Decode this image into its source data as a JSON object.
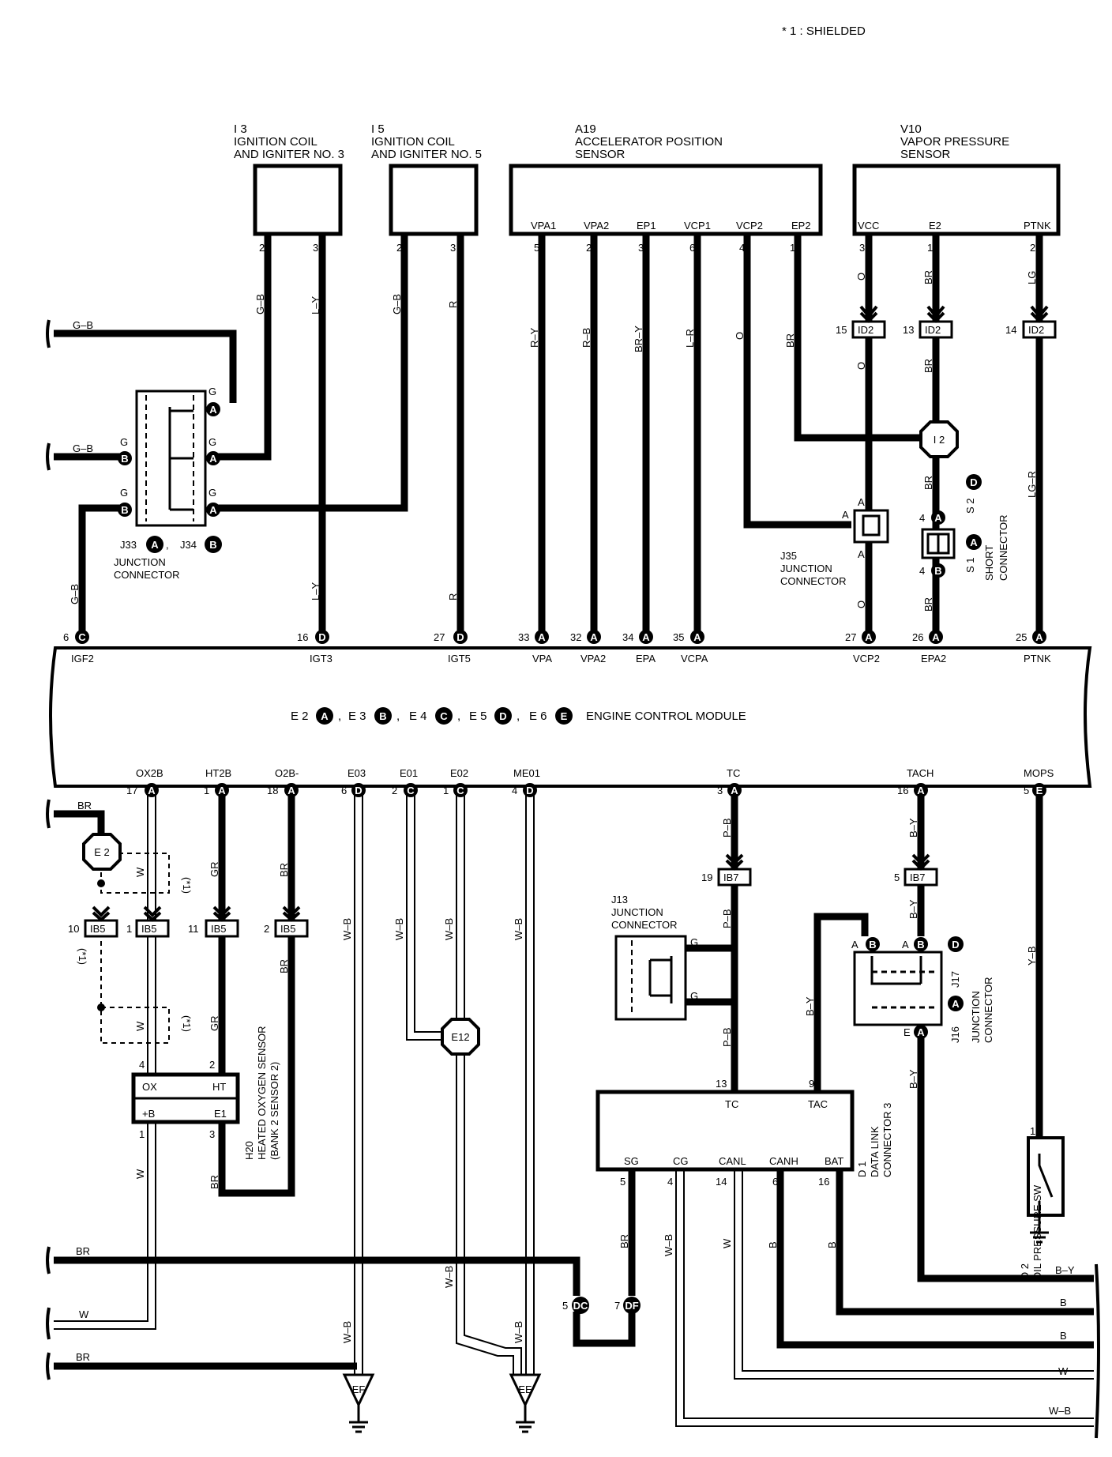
{
  "notes": {
    "shielded": "* 1 : SHIELDED"
  },
  "colors": {
    "ink": "#000000",
    "paper": "#ffffff"
  },
  "components": {
    "i3": {
      "code": "I 3",
      "name1": "IGNITION COIL",
      "name2": "AND IGNITER NO. 3",
      "pins": [
        "2",
        "3"
      ]
    },
    "i5": {
      "code": "I 5",
      "name1": "IGNITION COIL",
      "name2": "AND IGNITER NO. 5",
      "pins": [
        "2",
        "3"
      ]
    },
    "a19": {
      "code": "A19",
      "name1": "ACCELERATOR POSITION",
      "name2": "SENSOR",
      "terminals": [
        "VPA1",
        "VPA2",
        "EP1",
        "VCP1",
        "VCP2",
        "EP2"
      ],
      "pins": [
        "5",
        "2",
        "3",
        "6",
        "4",
        "1"
      ]
    },
    "v10": {
      "code": "V10",
      "name1": "VAPOR PRESSURE",
      "name2": "SENSOR",
      "terminals": [
        "VCC",
        "E2",
        "PTNK"
      ],
      "pins": [
        "3",
        "1",
        "2"
      ]
    },
    "junction_j33": {
      "a": "J33",
      "b": "J34",
      "name1": "JUNCTION",
      "name2": "CONNECTOR"
    },
    "j35": {
      "code": "J35",
      "name1": "JUNCTION",
      "name2": "CONNECTOR"
    },
    "s1": {
      "code": "S 1",
      "code2": "S 2",
      "name1": "SHORT",
      "name2": "CONNECTOR"
    },
    "i2": {
      "label": "I 2"
    },
    "e2": {
      "label": "E 2"
    },
    "e12": {
      "label": "E12"
    },
    "j13": {
      "code": "J13",
      "name1": "JUNCTION",
      "name2": "CONNECTOR"
    },
    "j16": {
      "code": "J16",
      "code2": "J17",
      "name1": "JUNCTION",
      "name2": "CONNECTOR"
    },
    "h20": {
      "code": "H20",
      "name1": "HEATED OXYGEN SENSOR",
      "name2": "(BANK 2 SENSOR 2)",
      "terminals": [
        "OX",
        "HT",
        "+B",
        "E1"
      ],
      "pins": [
        "4",
        "2",
        "1",
        "3"
      ]
    },
    "d1": {
      "code": "D 1",
      "name1": "DATA LINK",
      "name2": "CONNECTOR 3",
      "terminals": [
        "TC",
        "TAC",
        "SG",
        "CG",
        "CANL",
        "CANH",
        "BAT"
      ],
      "pins": [
        "13",
        "9",
        "5",
        "4",
        "14",
        "6",
        "16"
      ]
    },
    "o2": {
      "code": "O 2",
      "name1": "OIL PRESSURE SW",
      "pin": "1"
    }
  },
  "ecm": {
    "title": "ENGINE CONTROL MODULE",
    "connectors": [
      "E 2",
      "E 3",
      "E 4",
      "E 5",
      "E 6"
    ],
    "letters": [
      "A",
      "B",
      "C",
      "D",
      "E"
    ],
    "top_pins": [
      {
        "num": "6",
        "letter": "C",
        "name": "IGF2"
      },
      {
        "num": "16",
        "letter": "D",
        "name": "IGT3"
      },
      {
        "num": "27",
        "letter": "D",
        "name": "IGT5"
      },
      {
        "num": "33",
        "letter": "A",
        "name": "VPA"
      },
      {
        "num": "32",
        "letter": "A",
        "name": "VPA2"
      },
      {
        "num": "34",
        "letter": "A",
        "name": "EPA"
      },
      {
        "num": "35",
        "letter": "A",
        "name": "VCPA"
      },
      {
        "num": "27",
        "letter": "A",
        "name": "VCP2"
      },
      {
        "num": "26",
        "letter": "A",
        "name": "EPA2"
      },
      {
        "num": "25",
        "letter": "A",
        "name": "PTNK"
      }
    ],
    "bottom_pins": [
      {
        "num": "17",
        "letter": "A",
        "name": "OX2B"
      },
      {
        "num": "1",
        "letter": "A",
        "name": "HT2B"
      },
      {
        "num": "18",
        "letter": "A",
        "name": "O2B-"
      },
      {
        "num": "6",
        "letter": "D",
        "name": "E03"
      },
      {
        "num": "2",
        "letter": "C",
        "name": "E01"
      },
      {
        "num": "1",
        "letter": "C",
        "name": "E02"
      },
      {
        "num": "4",
        "letter": "D",
        "name": "ME01"
      },
      {
        "num": "3",
        "letter": "A",
        "name": "TC"
      },
      {
        "num": "16",
        "letter": "A",
        "name": "TACH"
      },
      {
        "num": "5",
        "letter": "E",
        "name": "MOPS"
      }
    ]
  },
  "wire_colors": {
    "gb": "G–B",
    "ly": "L–Y",
    "r": "R",
    "ry": "R–Y",
    "rb": "R–B",
    "bry": "BR–Y",
    "lr": "L–R",
    "o": "O",
    "br": "BR",
    "lg": "LG",
    "lgr": "LG–R",
    "w": "W",
    "gr": "GR",
    "wb": "W–B",
    "pb": "P–B",
    "by": "B–Y",
    "yb": "Y–B",
    "b": "B"
  },
  "connectors": {
    "id2": "ID2",
    "ib5": "IB5",
    "ib7": "IB7",
    "ef": "EF",
    "ee": "EE",
    "dc": "DC",
    "df": "DF"
  },
  "junction_letters": {
    "a": "A",
    "b": "B",
    "d": "D",
    "e": "E",
    "g": "G"
  },
  "shield_marks": {
    "star1": "(*1)"
  }
}
